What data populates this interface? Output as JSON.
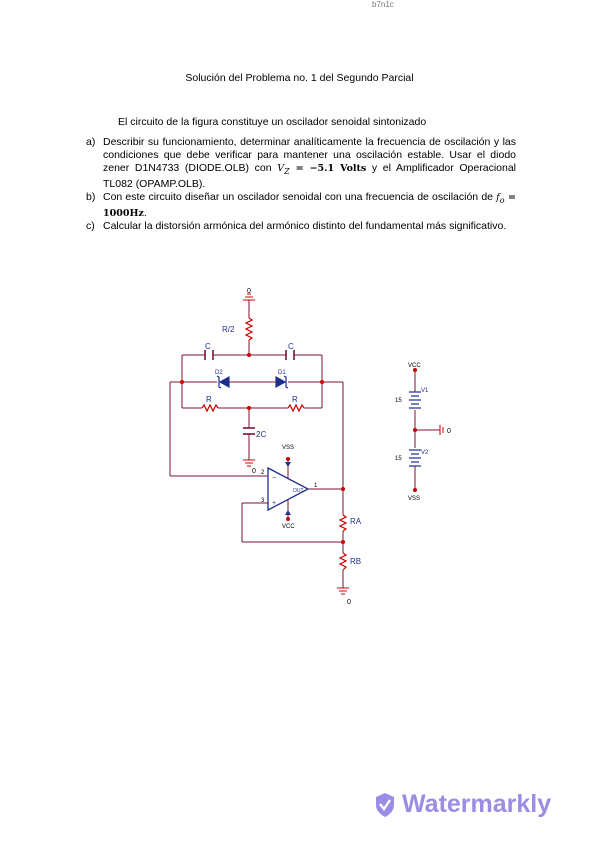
{
  "header_code": "b7n1c",
  "title": "Solución del Problema no. 1 del Segundo Parcial",
  "intro": "El circuito de la figura constituye un oscilador senoidal sintonizado",
  "items": [
    {
      "label": "a)",
      "text_1": "Describir su funcionamiento, determinar analíticamente la frecuencia de oscilación y las condiciones que debe verificar para mantener una oscilación estable. Usar el diodo zener D1N4733 (DIODE.OLB) con ",
      "math": "V",
      "math_sub": "Z",
      "math_rest": " = −5.1 Volts",
      "text_2": " y el Amplificador Operacional TL082 (OPAMP.OLB)."
    },
    {
      "label": "b)",
      "text_1": "Con este circuito diseñar un oscilador senoidal con una frecuencia de oscilación de ",
      "math": "f",
      "math_sub": "o",
      "math_rest": " = 1000Hz",
      "text_2": "."
    },
    {
      "label": "c)",
      "text_1": "Calcular la distorsión armónica del armónico distinto del fundamental más significativo.",
      "math": "",
      "math_sub": "",
      "math_rest": "",
      "text_2": ""
    }
  ],
  "circuit": {
    "ground_top": "0",
    "r_half": "R/2",
    "cap_left": "C",
    "cap_right": "C",
    "diode_left": "D2",
    "diode_right": "D1",
    "res_left": "R",
    "res_right": "R",
    "cap_2c": "2C",
    "gnd_mid": "0",
    "vss_top": "VSS",
    "pin_2": "2",
    "pin_3": "3",
    "pin_1": "1",
    "out_label": "OUT",
    "vcc_bottom": "VCC",
    "ra": "RA",
    "rb": "RB",
    "gnd_bottom": "0",
    "supply_vcc": "VCC",
    "v1": "V1",
    "v1_val": "15",
    "v2": "V2",
    "v2_val": "15",
    "supply_gnd": "0",
    "supply_vss": "VSS"
  },
  "watermark": "Watermarkly",
  "colors": {
    "wire": "#7a1530",
    "part": "#1f2e8c",
    "label": "#1f2e8c",
    "node": "#cc0000",
    "watermark": "#8a78e0"
  }
}
